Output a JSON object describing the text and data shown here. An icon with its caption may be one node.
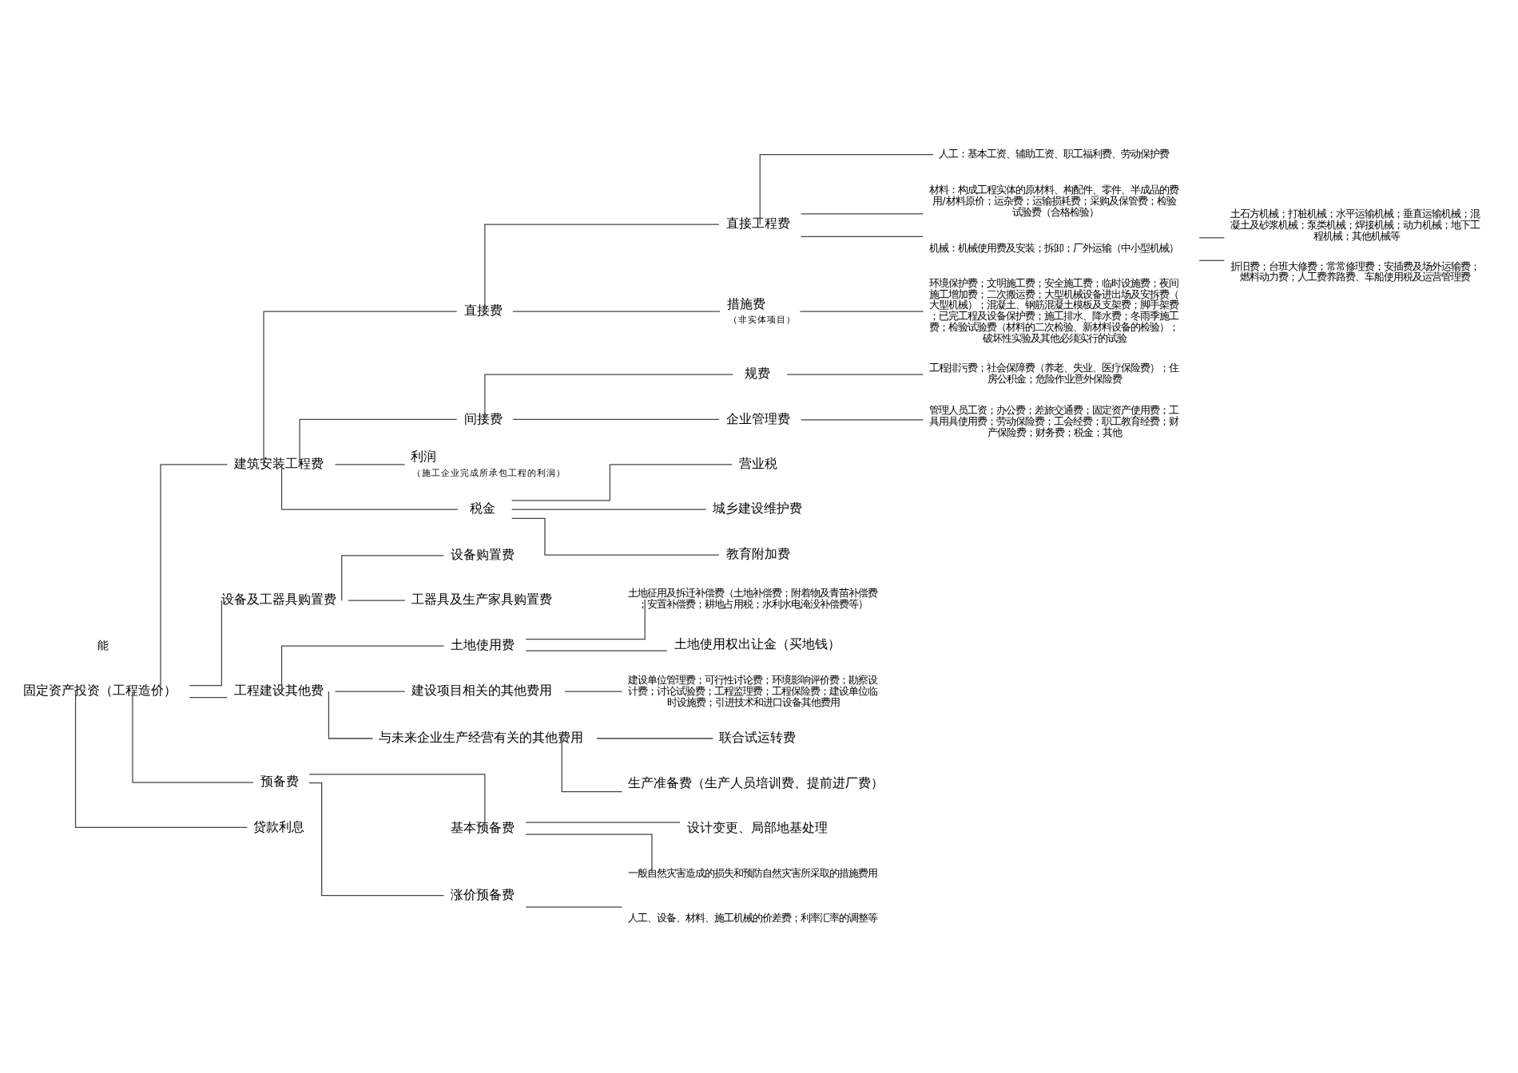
{
  "diagram": {
    "nodes": [
      {
        "text": [
          "固定资产投资（工程造价）"
        ]
      },
      {
        "text": [
          "建筑安装工程费"
        ]
      },
      {
        "text": [
          "直接费"
        ]
      },
      {
        "text": [
          "直接工程费"
        ]
      },
      {
        "text": [
          "人工：基本工资、辅助工资、职工福利费、劳动保护费"
        ]
      },
      {
        "text": [
          "材料：构成工程实体的原材料、构配件、零件、半成品的费用/材料原价；运杂费；运输损耗费；采购及保管费；检验试验费（合格检验）"
        ]
      },
      {
        "text": [
          "机械：机械使用费及安装；拆卸；厂外运输（中小型机械）"
        ]
      },
      {
        "text": [
          "土石方机械；打桩机械；水平运输机械；垂直运输机械；混凝土及砂浆机械；泵类机械；焊接机械；动力机械；地下工程机械；其他机械等"
        ]
      },
      {
        "text": [
          "折旧费；台班大修费；常常修理费；安插费及场外运输费；燃料动力费；人工费养路费、车船使用税及运营管理费"
        ]
      },
      {
        "text": [
          "措施费"
        ],
        "beside": [
          "（非实体项目）"
        ]
      },
      {
        "text": [
          "环境保护费；文明施工费；安全施工费；临时设施费；夜间施工增加费；二次搬运费；大型机械设备进出场及安拆费（大型机械）；混凝土、钢筋混凝土模板及支架费；脚手架费；已完工程及设备保护费；施工排水、降水费；冬雨季施工费；检验试验费（材料的二次检验、新材料设备的检验）；破坏性实验及其他必须实行的试验"
        ]
      },
      {
        "text": [
          "间接费"
        ]
      },
      {
        "text": [
          "规费"
        ]
      },
      {
        "text": [
          "工程排污费；社会保障费（养老、失业、医疗保险费）；住房公积金；危险作业意外保险费"
        ]
      },
      {
        "text": [
          "企业管理费"
        ]
      },
      {
        "text": [
          "管理人员工资；办公费；差旅交通费；固定资产使用费；工具用具使用费；劳动保险费；工会经费；职工教育经费；财产保险费；财务费；税金；其他"
        ]
      },
      {
        "text": [
          "利润"
        ],
        "beside": [
          "（施工企业完成所承包工程的利润）"
        ]
      },
      {
        "text": [
          "税金"
        ]
      },
      {
        "text": [
          "营业税"
        ]
      },
      {
        "text": [
          "城乡建设维护费"
        ]
      },
      {
        "text": [
          "教育附加费"
        ]
      },
      {
        "text": [
          "设备及工器具购置费"
        ]
      },
      {
        "text": [
          "设备购置费"
        ]
      },
      {
        "text": [
          "工器具及生产家具购置费"
        ]
      },
      {
        "text": [
          "工程建设其他费"
        ]
      },
      {
        "text": [
          "土地使用费"
        ]
      },
      {
        "text": [
          "土地征用及拆迁补偿费（土地补偿费；附着物及青苗补偿费；安置补偿费；耕地占用税；水利水电淹没补偿费等）"
        ]
      },
      {
        "text": [
          "土地使用权出让金（买地钱）"
        ]
      },
      {
        "text": [
          "建设项目相关的其他费用"
        ]
      },
      {
        "text": [
          "建设单位管理费；可行性讨论费；环境影响评价费；勘察设计费；讨论试验费；工程监理费；工程保险费；建设单位临时设施费；引进技术和进口设备其他费用"
        ]
      },
      {
        "text": [
          "与未来企业生产经营有关的其他费用"
        ]
      },
      {
        "text": [
          "联合试运转费"
        ]
      },
      {
        "text": [
          "生产准备费（生产人员培训费、提前进厂费）"
        ]
      },
      {
        "text": [
          "预备费"
        ]
      },
      {
        "text": [
          "基本预备费"
        ]
      },
      {
        "text": [
          "设计变更、局部地基处理"
        ]
      },
      {
        "text": [
          "一般自然灾害造成的损失和预防自然灾害所采取的措施费用"
        ]
      },
      {
        "text": [
          "涨价预备费"
        ]
      },
      {
        "text": [
          "人工、设备、材料、施工机械的价差费；利率汇率的调整等"
        ]
      },
      {
        "text": [
          "贷款利息"
        ]
      }
    ],
    "edges": [
      {
        "from": 0,
        "to": 1,
        "arrow": "none"
      },
      {
        "from": 1,
        "to": 2,
        "arrow": "none"
      },
      {
        "from": 2,
        "to": 3,
        "arrow": "none"
      },
      {
        "from": 3,
        "to": 4,
        "arrow": "none"
      },
      {
        "from": 3,
        "to": 5,
        "arrow": "none"
      },
      {
        "from": 3,
        "to": 6,
        "arrow": "none"
      },
      {
        "from": 6,
        "to": 7,
        "arrow": "none"
      },
      {
        "from": 6,
        "to": 8,
        "arrow": "none"
      },
      {
        "from": 2,
        "to": 9,
        "arrow": "none"
      },
      {
        "from": 9,
        "to": 10,
        "arrow": "none"
      },
      {
        "from": 1,
        "to": 11,
        "arrow": "none"
      },
      {
        "from": 11,
        "to": 12,
        "arrow": "none"
      },
      {
        "from": 12,
        "to": 13,
        "arrow": "none"
      },
      {
        "from": 11,
        "to": 14,
        "arrow": "none"
      },
      {
        "from": 14,
        "to": 15,
        "arrow": "none"
      },
      {
        "from": 1,
        "to": 16,
        "arrow": "none"
      },
      {
        "from": 1,
        "to": 17,
        "arrow": "none"
      },
      {
        "from": 17,
        "to": 18,
        "arrow": "none"
      },
      {
        "from": 17,
        "to": 19,
        "arrow": "none"
      },
      {
        "from": 17,
        "to": 20,
        "arrow": "none"
      },
      {
        "from": 0,
        "to": 21,
        "arrow": "none"
      },
      {
        "from": 21,
        "to": 22,
        "arrow": "none"
      },
      {
        "from": 21,
        "to": 23,
        "arrow": "none"
      },
      {
        "from": 0,
        "to": 24,
        "arrow": "none"
      },
      {
        "from": 24,
        "to": 25,
        "arrow": "none"
      },
      {
        "from": 25,
        "to": 26,
        "arrow": "none"
      },
      {
        "from": 25,
        "to": 27,
        "arrow": "none"
      },
      {
        "from": 24,
        "to": 28,
        "arrow": "none"
      },
      {
        "from": 28,
        "to": 29,
        "arrow": "none"
      },
      {
        "from": 24,
        "to": 30,
        "arrow": "none"
      },
      {
        "from": 30,
        "to": 31,
        "arrow": "none"
      },
      {
        "from": 30,
        "to": 32,
        "arrow": "none"
      },
      {
        "from": 0,
        "to": 33,
        "arrow": "none"
      },
      {
        "from": 33,
        "to": 34,
        "arrow": "none"
      },
      {
        "from": 34,
        "to": 35,
        "arrow": "none"
      },
      {
        "from": 34,
        "to": 36,
        "arrow": "none"
      },
      {
        "from": 33,
        "to": 37,
        "arrow": "none"
      },
      {
        "from": 37,
        "to": 38,
        "arrow": "none"
      },
      {
        "from": 0,
        "to": 39,
        "arrow": "none"
      }
    ],
    "labels": [
      "能"
    ]
  }
}
